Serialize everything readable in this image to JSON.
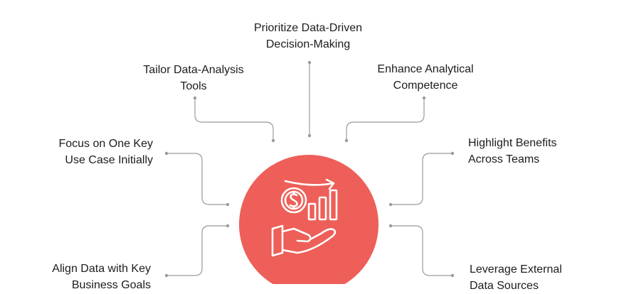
{
  "colors": {
    "hub_fill": "#ed5f58",
    "connector": "#9a9a9a",
    "icon_stroke": "#ffffff",
    "text": "#1c1c1c"
  },
  "hub": {
    "icon": "money-growth-hand-icon"
  },
  "items": [
    {
      "id": "top",
      "lines": [
        "Prioritize Data-Driven",
        "Decision-Making"
      ]
    },
    {
      "id": "upper-left",
      "lines": [
        "Tailor Data-Analysis",
        "Tools"
      ]
    },
    {
      "id": "upper-right",
      "lines": [
        "Enhance Analytical",
        "Competence"
      ]
    },
    {
      "id": "mid-left",
      "lines": [
        "Focus on One Key",
        "Use Case Initially"
      ]
    },
    {
      "id": "mid-right",
      "lines": [
        "Highlight Benefits",
        "Across Teams"
      ]
    },
    {
      "id": "lower-left",
      "lines": [
        "Align Data with Key",
        "Business Goals"
      ]
    },
    {
      "id": "lower-right",
      "lines": [
        "Leverage External",
        "Data Sources"
      ]
    }
  ]
}
